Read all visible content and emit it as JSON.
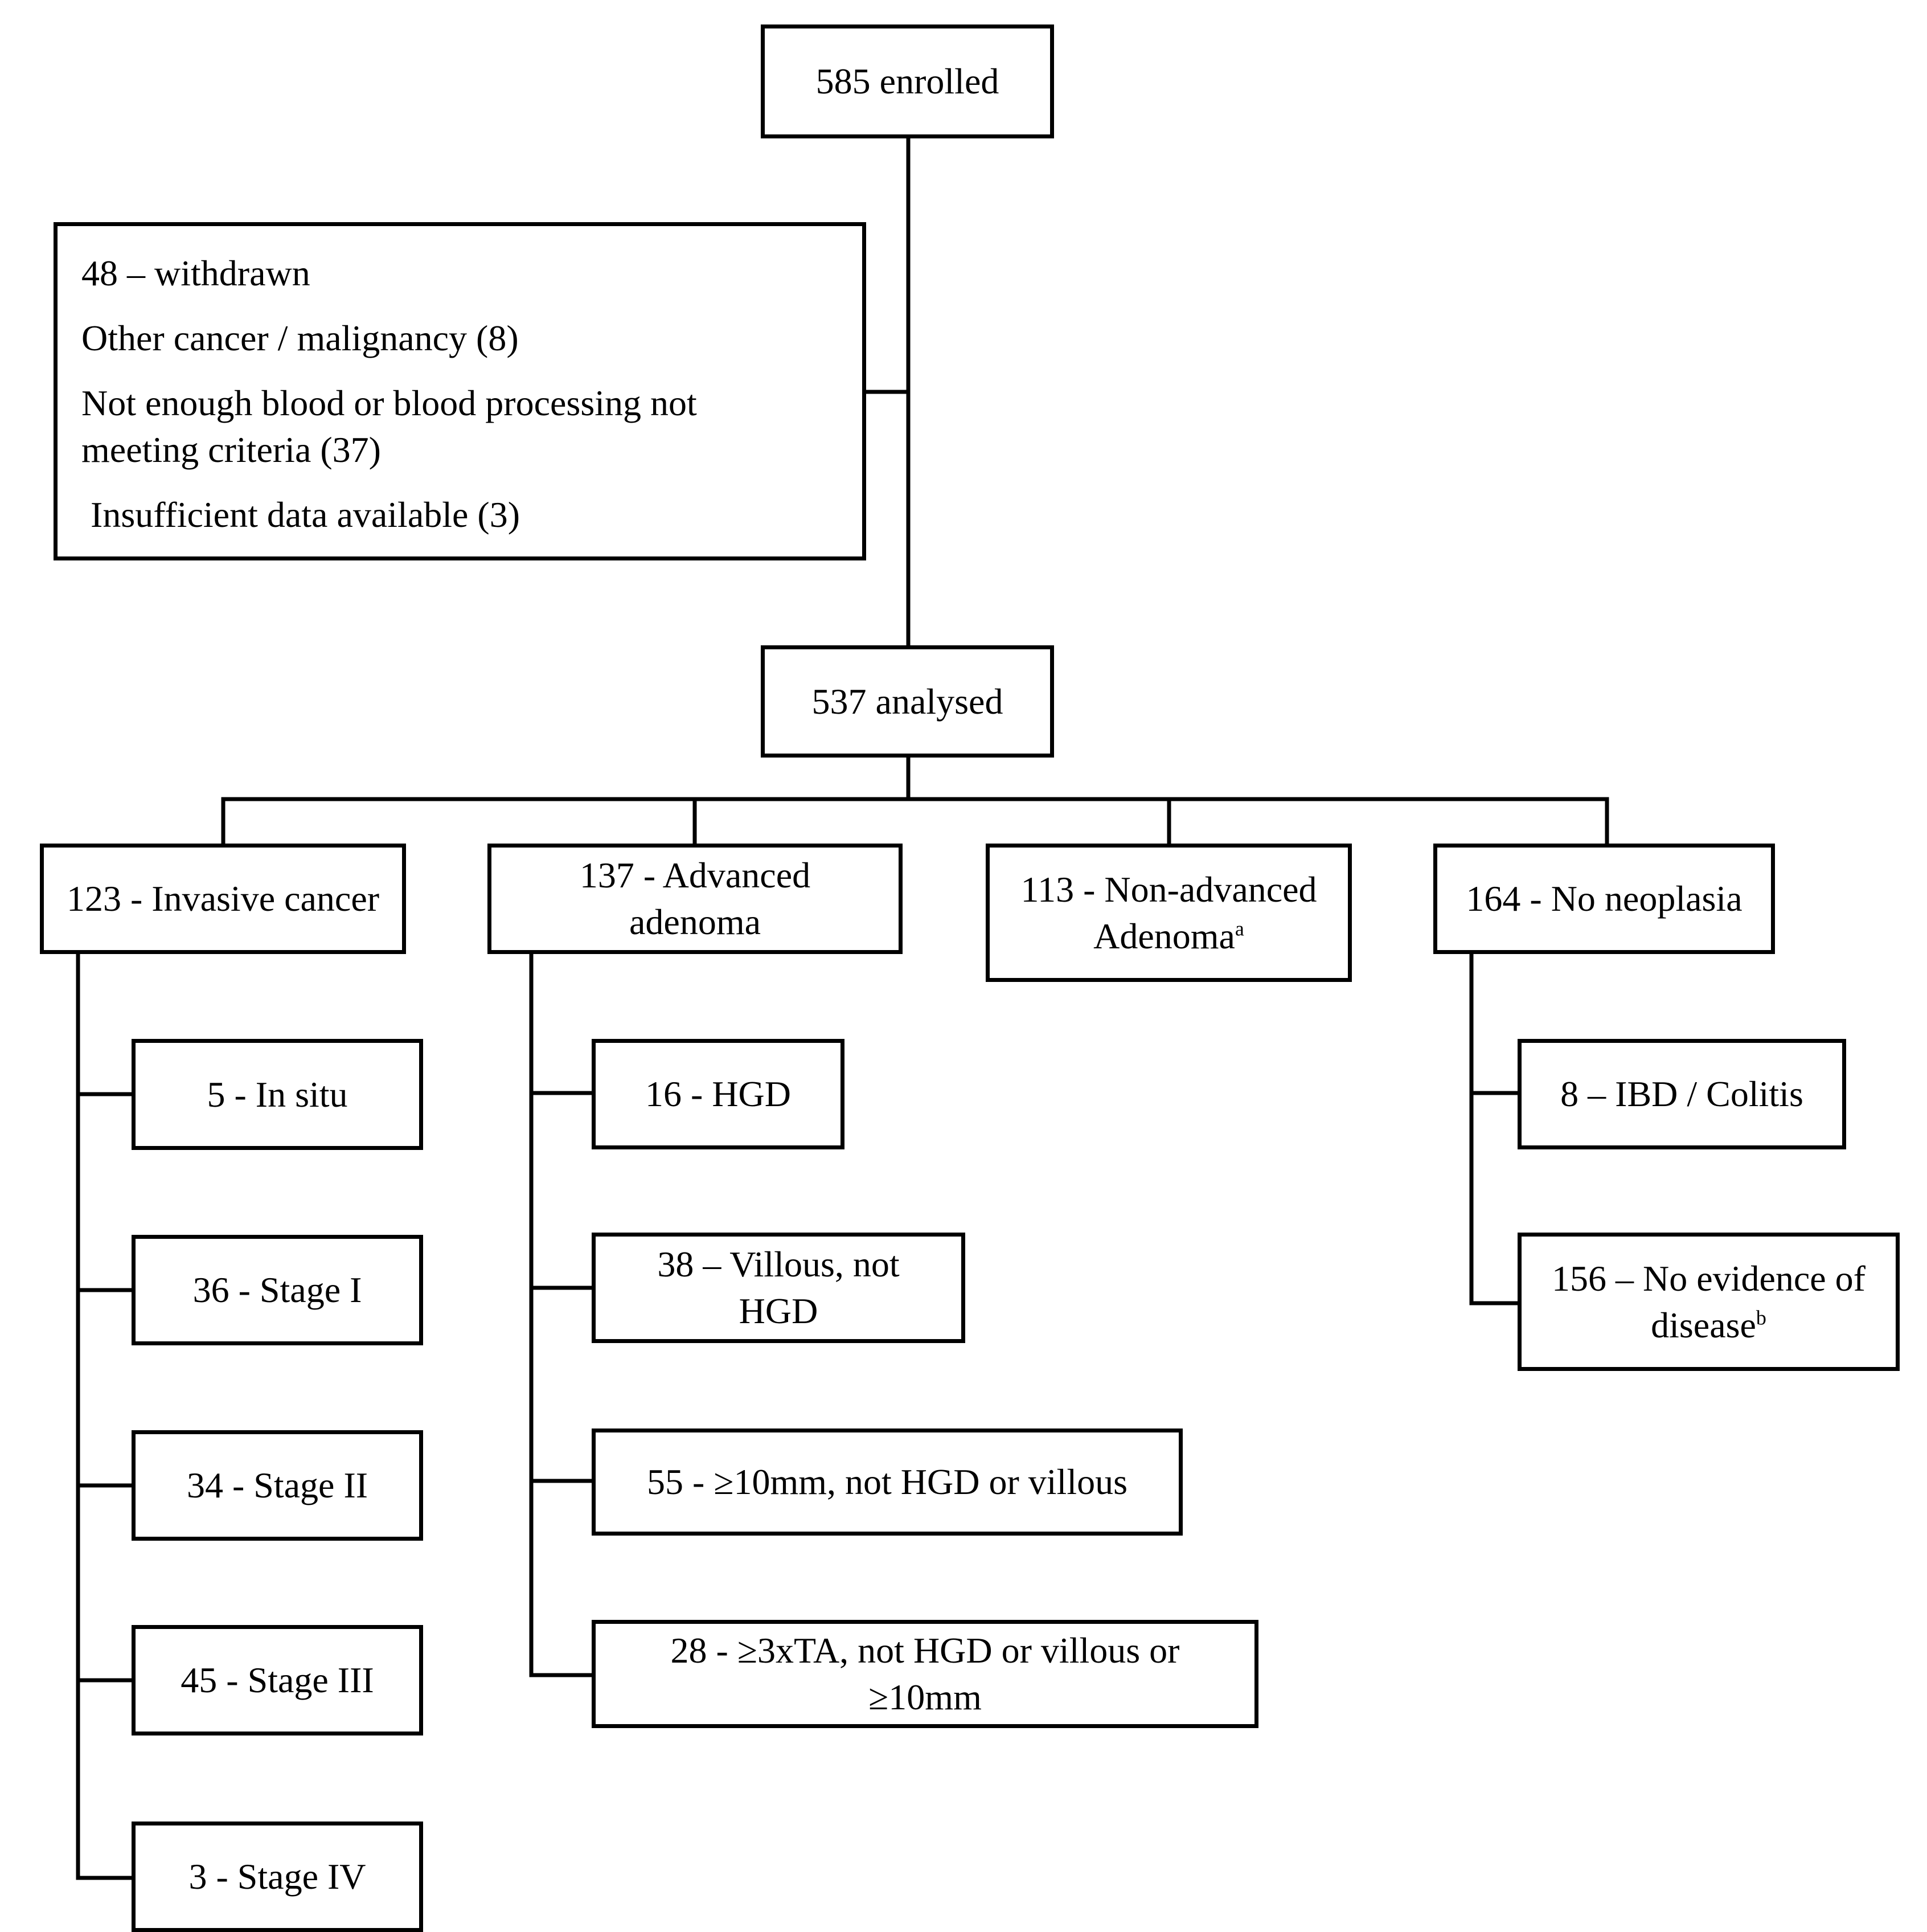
{
  "enrolled": {
    "label": "585 enrolled"
  },
  "excluded": {
    "title": "48 – withdrawn",
    "reason_other_cancer": "Other cancer / malignancy (8)",
    "reason_blood_line1": "Not enough blood or blood processing not",
    "reason_blood_line2": "meeting criteria (37)",
    "reason_insufficient": "Insufficient data available (3)"
  },
  "analysed": {
    "label": "537  analysed"
  },
  "groups": {
    "invasive": {
      "label": "123 - Invasive cancer"
    },
    "advanced": {
      "line1": "137 - Advanced",
      "line2": "adenoma"
    },
    "nonadvanced": {
      "line1": "113 - Non-advanced",
      "line2": "Adenoma",
      "footnote": "a"
    },
    "noneoplasia": {
      "label": "164 - No neoplasia"
    }
  },
  "invasive_subgroups": {
    "insitu": "5 - In situ",
    "stage1": "36 - Stage I",
    "stage2": "34 - Stage II",
    "stage3": "45 - Stage III",
    "stage4": "3 - Stage IV"
  },
  "advanced_subgroups": {
    "hgd": "16 - HGD",
    "villous_line1": "38 – Villous, not",
    "villous_line2": "HGD",
    "size": "55 - ≥10mm, not HGD or villous",
    "multi_line1": "28 - ≥3xTA, not HGD or villous or",
    "multi_line2": "≥10mm"
  },
  "noneoplasia_subgroups": {
    "ibd": "8 – IBD / Colitis",
    "ned_line1": "156 – No evidence of",
    "ned_line2": "disease",
    "ned_footnote": "b"
  }
}
